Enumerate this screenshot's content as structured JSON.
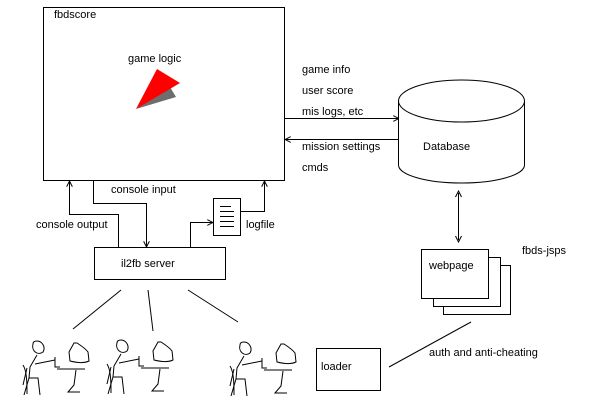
{
  "diagram": {
    "nodes": {
      "fbdscore": {
        "title": "fbdscore",
        "inner_label": "game logic",
        "icon": "red-paper-plane-icon"
      },
      "database": {
        "label": "Database",
        "shape": "cylinder"
      },
      "server": {
        "label": "il2fb server"
      },
      "logfile": {
        "label": "logfile",
        "icon": "document-icon"
      },
      "webpage": {
        "label": "webpage",
        "group_label": "fbds-jsps",
        "shape": "stacked-pages"
      },
      "loader": {
        "label": "loader"
      },
      "players": {
        "count": 3,
        "icon": "player-at-computer-icon"
      }
    },
    "edges": {
      "to_database": [
        "game info",
        "user score",
        "mis logs, etc"
      ],
      "from_database": [
        "mission settings",
        "cmds"
      ],
      "console_input": "console input",
      "console_output": "console output",
      "auth": "auth and anti-cheating"
    },
    "colors": {
      "plane": "#ff0000",
      "plane_shadow": "#6e6e6e",
      "stroke": "#000000"
    }
  }
}
